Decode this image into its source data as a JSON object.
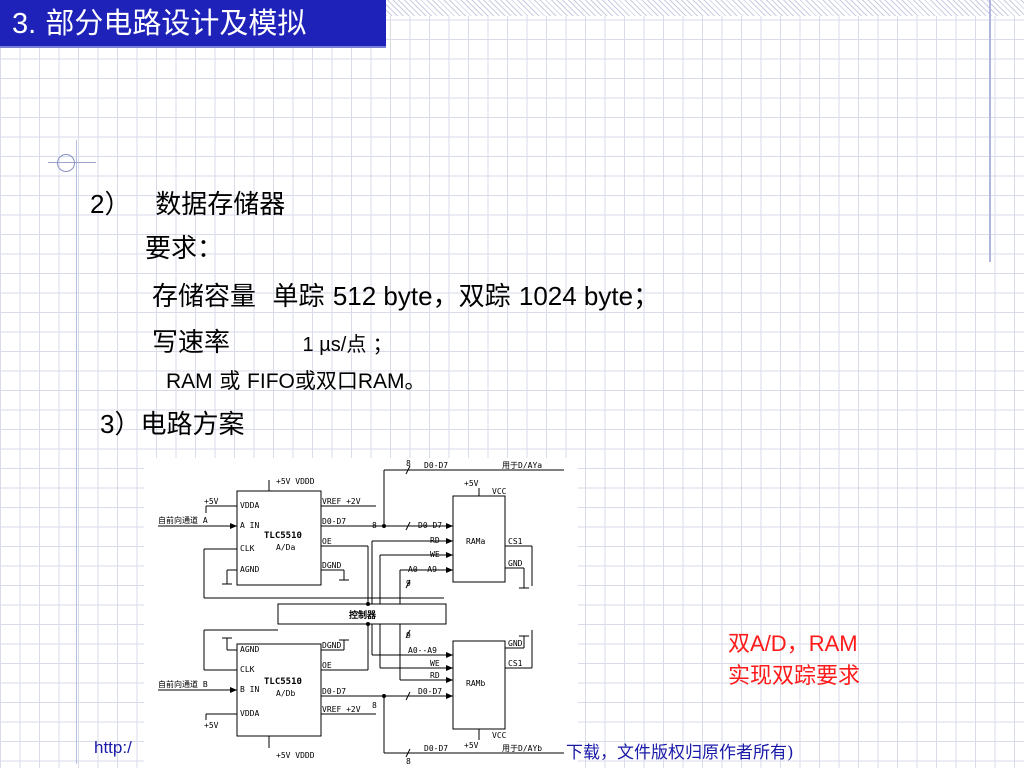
{
  "slide": {
    "title_number": "3.",
    "title_text": "部分电路设计及模拟",
    "lines": {
      "l1_num": "2）",
      "l1_text": "数据存储器",
      "l2": "要求：",
      "l3_a": "存储容量",
      "l3_b": "单踪",
      "l3_c": "512 byte",
      "l3_d": "，双踪",
      "l3_e": "1024 byte",
      "l3_f": "；",
      "l4_a": "写速率",
      "l4_b": "1 µs/",
      "l4_c": "点 ；",
      "l5_a": "RAM",
      "l5_b": "或",
      "l5_c": "FIFO",
      "l5_d": "或双口",
      "l5_e": "RAM",
      "l5_f": "。",
      "l6_num": "3",
      "l6_text": "）电路方案"
    },
    "note": {
      "line1_a": "双",
      "line1_b": "A/D，RAM",
      "line2": "实现双踪要求"
    },
    "footer": {
      "left": "http:/",
      "right": "下载，文件版权归原作者所有)"
    }
  },
  "diagram": {
    "adc_top": {
      "name": "TLC5510",
      "label": "A/Da",
      "pins_left": [
        "VDDA",
        "A IN",
        "CLK",
        "AGND"
      ],
      "pins_right": [
        "VREF +2V",
        "D0-D7",
        "OE",
        "DGND"
      ],
      "supply": "+5V VDDD"
    },
    "adc_bottom": {
      "name": "TLC5510",
      "label": "A/Db",
      "pins_left": [
        "AGND",
        "CLK",
        "B IN",
        "VDDA"
      ],
      "pins_right": [
        "DGND",
        "OE",
        "D0-D7",
        "VREF +2V"
      ],
      "supply": "+5V VDDD"
    },
    "ram_top": {
      "name": "RAMa",
      "pins_left": [
        "D0-D7",
        "RD",
        "WE",
        "A0--A9"
      ],
      "pins_right": [
        "VCC",
        "CS1",
        "GND"
      ],
      "supply": "+5V"
    },
    "ram_bottom": {
      "name": "RAMb",
      "pins_left": [
        "A0--A9",
        "WE",
        "RD",
        "D0-D7"
      ],
      "pins_right": [
        "GND",
        "CS1",
        "VCC"
      ],
      "supply": "+5V"
    },
    "controller": "控制器",
    "input_a": "自前向通道 A",
    "input_b": "自前向通道 B",
    "supply_5v": "+5V",
    "bus_top": "D0-D7",
    "bus_top_label": "用于D/AYa",
    "bus_bottom": "D0-D7",
    "bus_bottom_label": "用于D/AYb",
    "bus_width_8": "8",
    "bus_width_9": "9"
  },
  "colors": {
    "title_bg": "#1e22b8",
    "note_red": "#ff1a1a",
    "footer_blue": "#1a1aa8",
    "grid": "#d8dbe8"
  }
}
